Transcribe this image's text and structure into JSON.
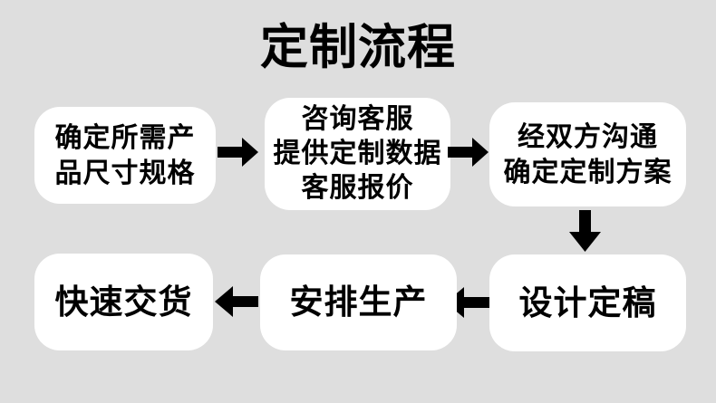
{
  "title": "定制流程",
  "colors": {
    "background": "#dedede",
    "box_fill": "#ffffff",
    "text": "#000000",
    "arrow": "#000000"
  },
  "steps": [
    {
      "order": 1,
      "lines": [
        "确定所需产",
        "品尺寸规格"
      ]
    },
    {
      "order": 2,
      "lines": [
        "咨询客服",
        "提供定制数据",
        "客服报价"
      ]
    },
    {
      "order": 3,
      "lines": [
        "经双方沟通",
        "确定定制方案"
      ]
    },
    {
      "order": 4,
      "lines": [
        "设计定稿"
      ]
    },
    {
      "order": 5,
      "lines": [
        "安排生产"
      ]
    },
    {
      "order": 6,
      "lines": [
        "快速交货"
      ]
    }
  ],
  "arrows": [
    {
      "from": 1,
      "to": 2,
      "direction": "right"
    },
    {
      "from": 2,
      "to": 3,
      "direction": "right"
    },
    {
      "from": 3,
      "to": 4,
      "direction": "down"
    },
    {
      "from": 4,
      "to": 5,
      "direction": "left"
    },
    {
      "from": 5,
      "to": 6,
      "direction": "left"
    }
  ]
}
